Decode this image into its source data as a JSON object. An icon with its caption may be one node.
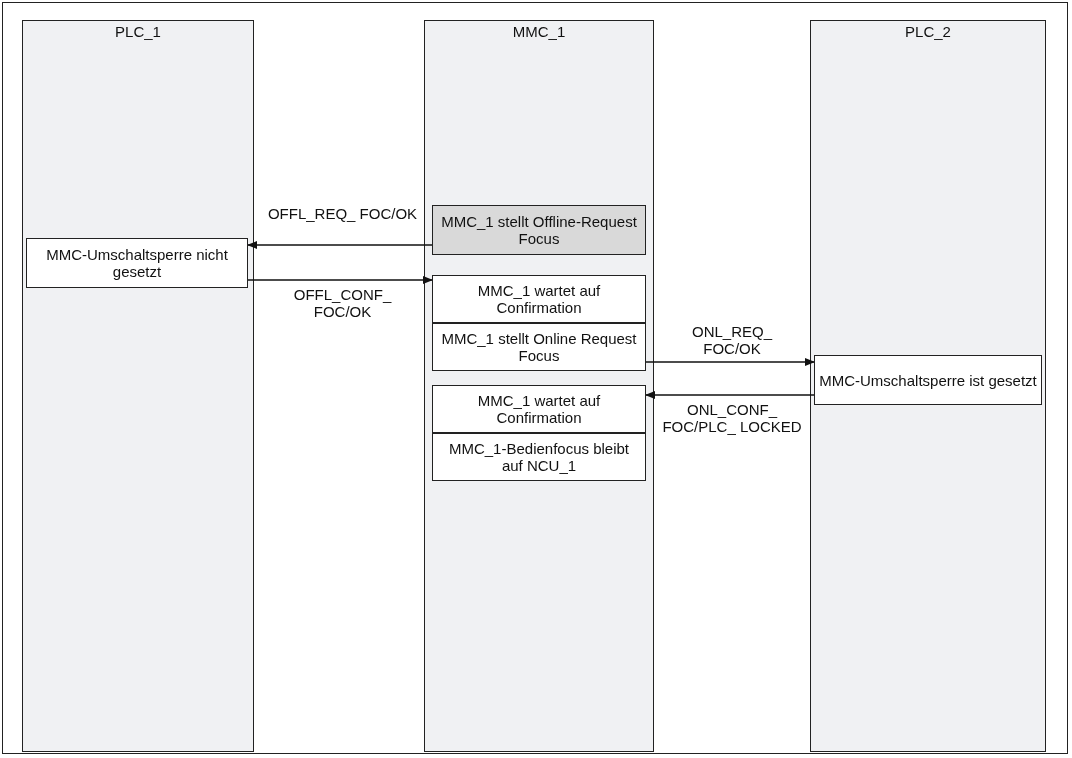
{
  "diagram": {
    "nodes": [
      {
        "text": [
          "PLC_1"
        ]
      },
      {
        "text": [
          "MMC_1"
        ]
      },
      {
        "text": [
          "PLC_2"
        ]
      },
      {
        "text": [
          "MMC_1 stellt Offline-Request Focus"
        ],
        "in": 1
      },
      {
        "text": [
          "MMC-Umschaltsperre nicht gesetzt"
        ],
        "in": 0
      },
      {
        "text": [
          "MMC_1 wartet auf Confirmation"
        ],
        "in": 1
      },
      {
        "text": [
          "MMC_1 stellt Online Request Focus"
        ],
        "in": 1
      },
      {
        "text": [
          "MMC-Umschaltsperre ist gesetzt"
        ],
        "in": 2
      },
      {
        "text": [
          "MMC_1 wartet auf Confirmation"
        ],
        "in": 1
      },
      {
        "text": [
          "MMC_1-Bedienfocus bleibt auf NCU_1"
        ],
        "in": 1
      }
    ],
    "edges": [
      {
        "from": 3,
        "to": 4,
        "arrow": "to",
        "label": "OFFL_REQ_ FOC/OK"
      },
      {
        "from": 4,
        "to": 5,
        "arrow": "to",
        "label": "OFFL_CONF_ FOC/OK"
      },
      {
        "from": 6,
        "to": 7,
        "arrow": "to",
        "label": "ONL_REQ_ FOC/OK"
      },
      {
        "from": 7,
        "to": 8,
        "arrow": "to",
        "label": "ONL_CONF_ FOC/PLC_ LOCKED"
      }
    ]
  }
}
